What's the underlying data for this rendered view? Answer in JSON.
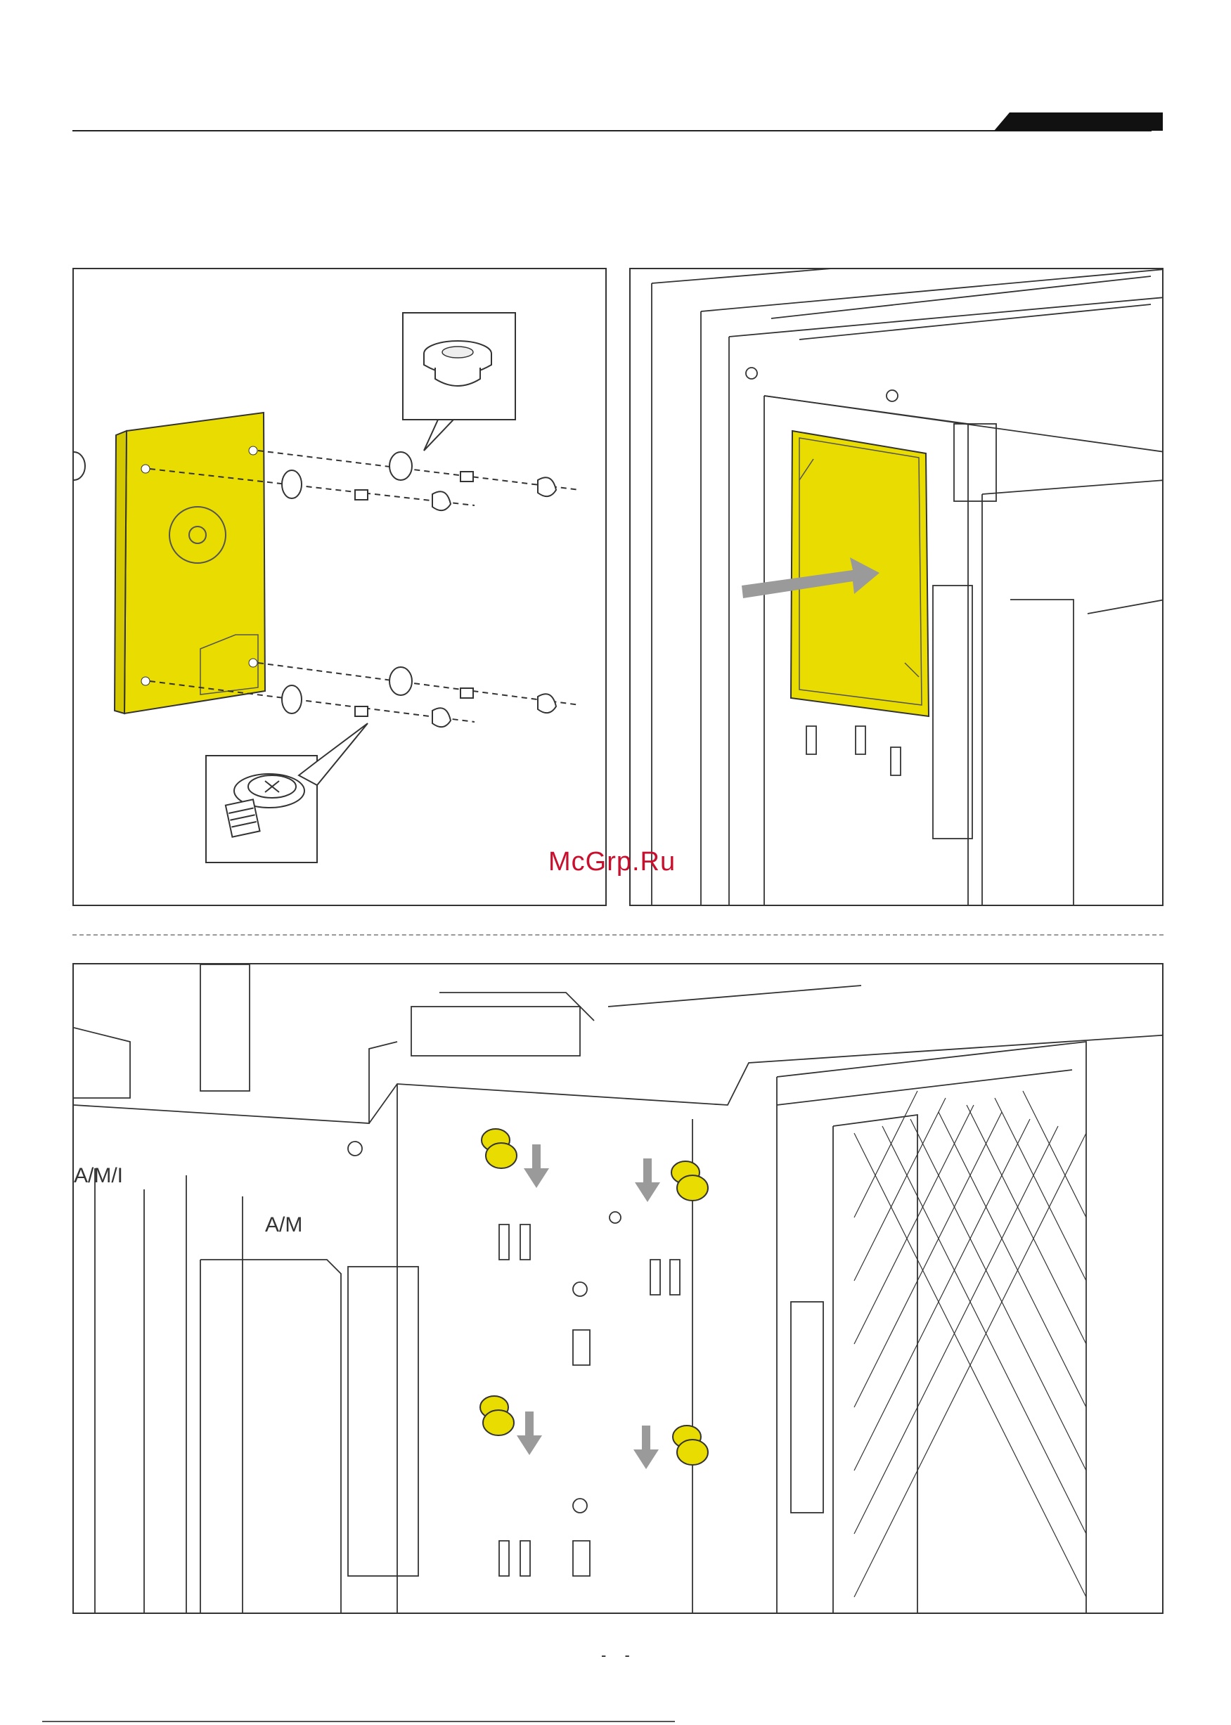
{
  "colors": {
    "highlight": "#e8dc00",
    "line": "#333333",
    "arrow": "#9a9a9a",
    "watermark": "#c8102e"
  },
  "panels": {
    "a": {
      "icons": [
        "drive-icon",
        "grommet-icon",
        "screw-icon"
      ]
    },
    "b": {
      "icons": [
        "drive-icon",
        "insert-arrow-icon"
      ]
    },
    "c": {
      "labels": {
        "a_m_i": "A/M/I",
        "a_m": "A/M"
      },
      "icons": [
        "grommet-icon",
        "down-arrow-icon"
      ]
    }
  },
  "watermark": "McGrp.Ru",
  "page_number": "- -"
}
